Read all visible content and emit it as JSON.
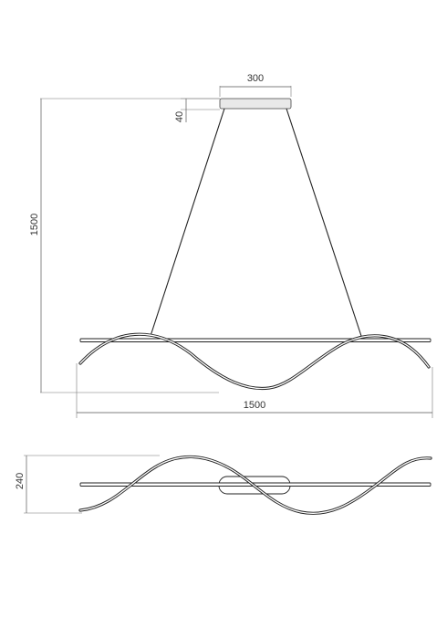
{
  "dimensions": {
    "canopy_width": "300",
    "canopy_height": "40",
    "total_height": "1500",
    "total_width": "1500",
    "bottom_view_depth": "240"
  }
}
